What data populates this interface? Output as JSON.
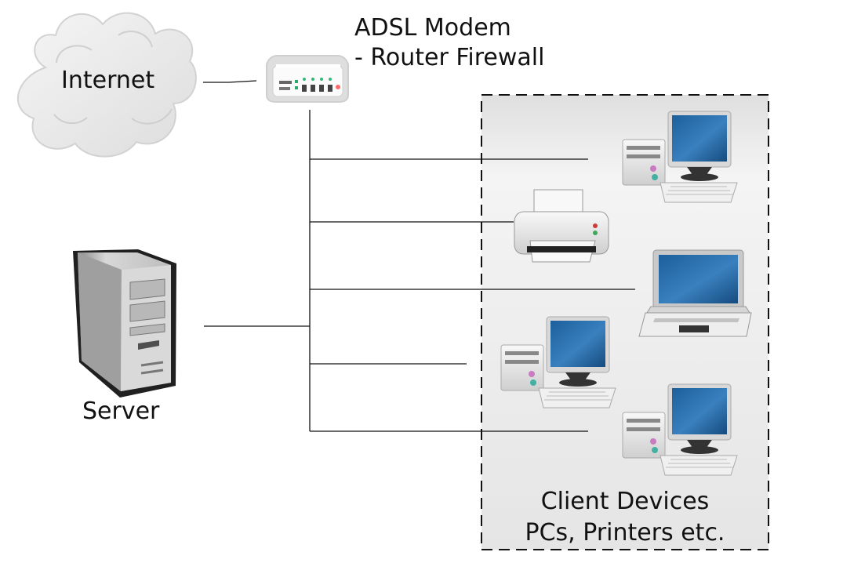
{
  "diagram": {
    "nodes": {
      "internet": {
        "label": "Internet",
        "icon": "cloud-icon"
      },
      "modem": {
        "label_line_1": "ADSL Modem",
        "label_line_2": "- Router Firewall",
        "icon": "router-icon"
      },
      "server": {
        "label": "Server",
        "icon": "server-tower-icon"
      },
      "client_devices": {
        "label_line_1": "Client Devices",
        "label_line_2": "PCs, Printers etc.",
        "icons": [
          "desktop-computer-icon",
          "printer-icon",
          "laptop-icon",
          "desktop-computer-icon",
          "desktop-computer-icon"
        ]
      }
    },
    "colors": {
      "line": "#111111",
      "cloud": "#e9e9e9",
      "client_box": "#eeeeee",
      "screen": "#2f6ea8"
    }
  }
}
